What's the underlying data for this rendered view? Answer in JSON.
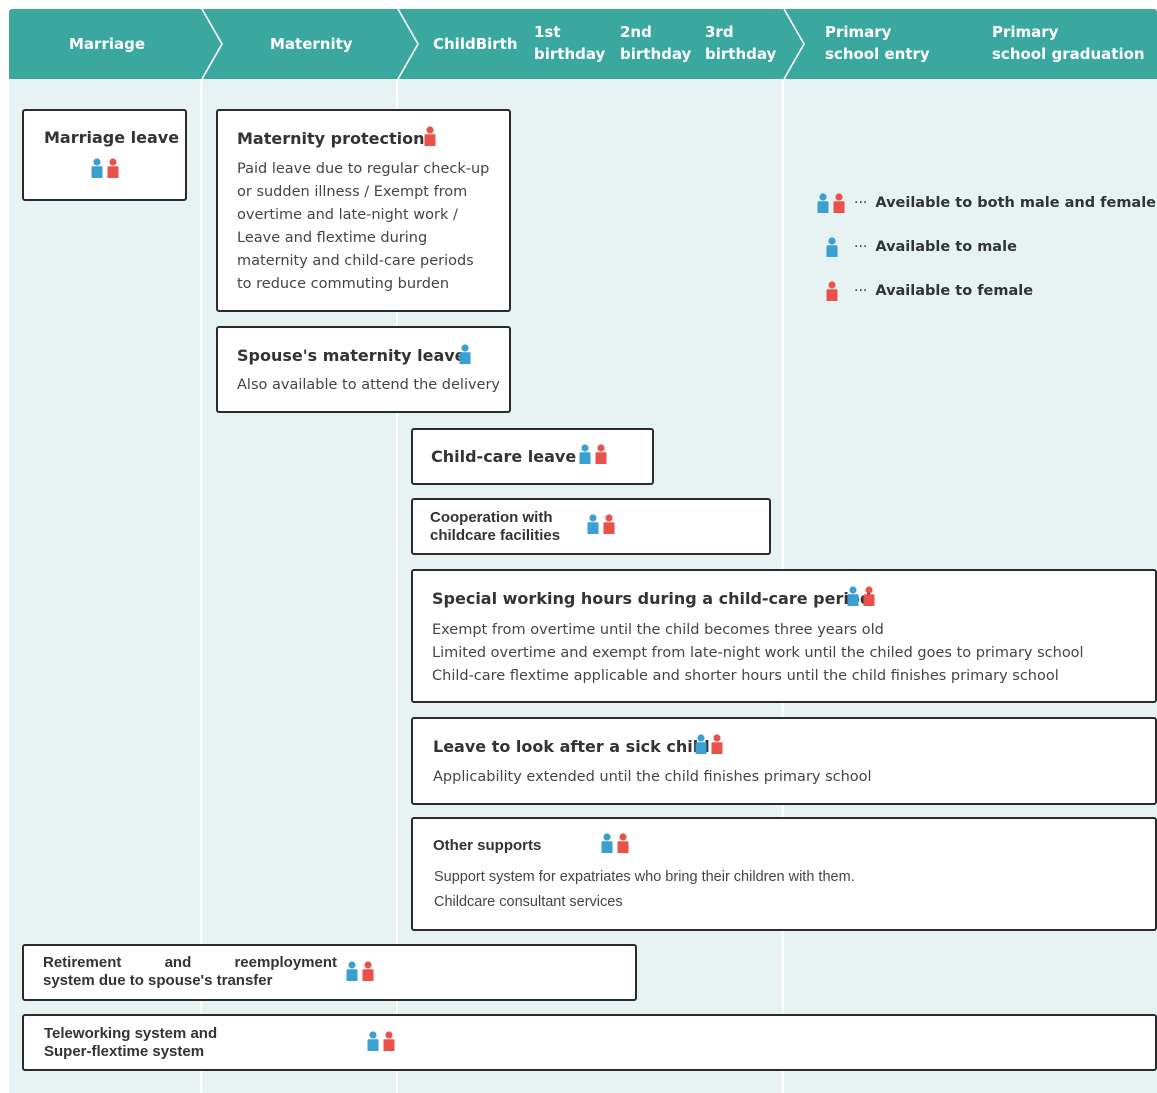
{
  "colors": {
    "header": "#3ba8a0",
    "background": "#e7f3f3",
    "male": "#3a9fd1",
    "female": "#e8524b"
  },
  "stages": {
    "marriage": "Marriage",
    "maternity": "Maternity",
    "childbirth": "ChildBirth",
    "b1": [
      "1st",
      "birthday"
    ],
    "b2": [
      "2nd",
      "birthday"
    ],
    "b3": [
      "3rd",
      "birthday"
    ],
    "ps_entry": [
      "Primary",
      "school entry"
    ],
    "ps_grad": [
      "Primary",
      "school graduation"
    ]
  },
  "legend": {
    "dots": "···",
    "both": "Aveilable to both male and female",
    "male": "Available to male",
    "female": "Available to female"
  },
  "cards": {
    "marriage_leave": {
      "title": "Marriage leave",
      "availability": "both"
    },
    "maternity_protection": {
      "title": "Maternity protection",
      "availability": "female",
      "lines": [
        "Paid leave due to regular check-up",
        "or sudden illness / Exempt from",
        "overtime and late-night work /",
        "Leave and flextime during",
        "maternity and child-care periods",
        "to reduce commuting burden"
      ]
    },
    "spouse_maternity": {
      "title": "Spouse's maternity leave",
      "availability": "male",
      "lines": [
        "Also available to attend the delivery"
      ]
    },
    "childcare_leave": {
      "title": "Child-care leave",
      "availability": "both"
    },
    "cooperation": {
      "title_lines": [
        "Cooperation with",
        "childcare facilities"
      ],
      "availability": "both"
    },
    "special_hours": {
      "title": "Special working hours during a child-care period",
      "availability": "both",
      "lines": [
        "Exempt from overtime until the child becomes three years old",
        "Limited overtime and exempt from late-night work until the chiled goes to primary school",
        "Child-care flextime applicable and shorter hours until the child finishes primary school"
      ]
    },
    "sick_child": {
      "title": "Leave to look after a sick child",
      "availability": "both",
      "lines": [
        "Applicability extended until the child finishes primary school"
      ]
    },
    "other_supports": {
      "title": "Other supports",
      "availability": "both",
      "lines": [
        "Support system for expatriates who bring their children with them.",
        "Childcare consultant services"
      ]
    },
    "retirement": {
      "title_lines": [
        "Retirement and reemployment",
        "system due to spouse's transfer"
      ],
      "availability": "both"
    },
    "teleworking": {
      "title_lines": [
        "Teleworking system and",
        "Super-flextime system"
      ],
      "availability": "both"
    }
  }
}
